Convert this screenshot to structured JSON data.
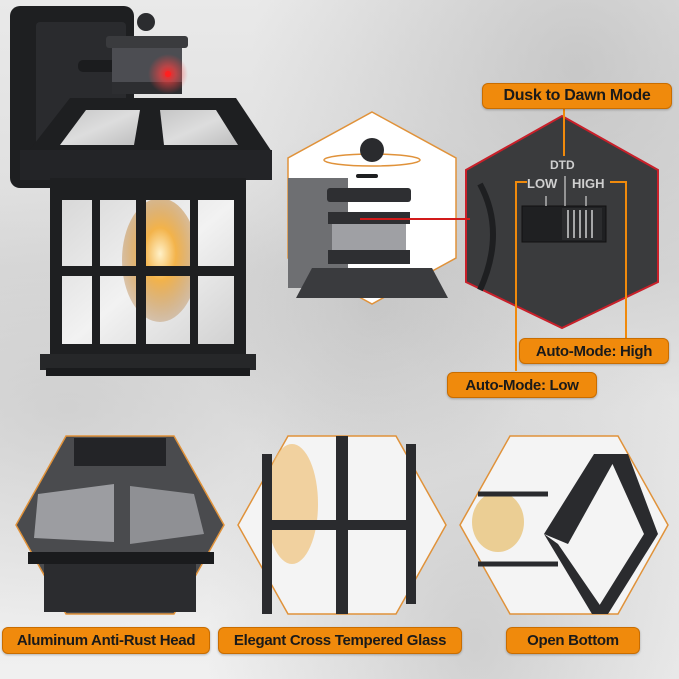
{
  "switch_callout": {
    "top_label": "Dusk to Dawn Mode",
    "switch_marks": {
      "center": "DTD",
      "left": "LOW",
      "right": "HIGH"
    },
    "right_label": "Auto-Mode: High",
    "left_label": "Auto-Mode: Low"
  },
  "features": [
    {
      "label": "Aluminum Anti-Rust Head",
      "icon": "lantern-head-closeup"
    },
    {
      "label": "Elegant Cross Tempered Glass",
      "icon": "cross-glass-closeup"
    },
    {
      "label": "Open Bottom",
      "icon": "open-bottom-closeup"
    }
  ],
  "colors": {
    "accent_orange": "#f08a0c",
    "accent_red": "#d21a1a",
    "lantern_black": "#1e1f21",
    "switch_panel": "#3a3b3d"
  },
  "icons": {
    "product": "wall-lantern-icon",
    "sensor": "motion-sensor-icon",
    "switch": "mode-switch-icon"
  }
}
